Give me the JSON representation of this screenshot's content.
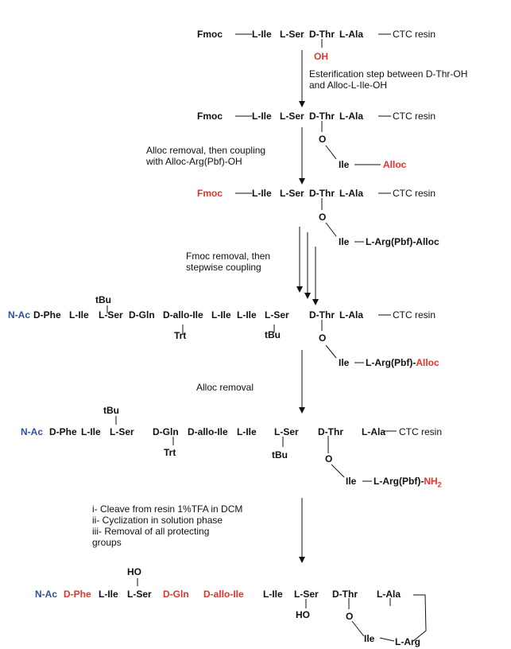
{
  "colors": {
    "text": "#111111",
    "highlight": "#e8312b",
    "nterm": "#2f4f9f"
  },
  "r": {
    "Fmoc": "Fmoc",
    "LIle": "L-Ile",
    "LSer": "L-Ser",
    "DThr": "D-Thr",
    "LAla": "L-Ala",
    "CTC": "CTC resin",
    "OH": "OH",
    "O": "O",
    "Ile": "Ile",
    "Alloc": "Alloc",
    "LArgPbfAlloc": "L-Arg(Pbf)-Alloc",
    "LArgPbf": "L-Arg(Pbf)-",
    "Alloc2": "Alloc",
    "NAc": "N-Ac",
    "DPhe": "D-Phe",
    "DGln": "D-Gln",
    "DalloIle": "D-allo-Ile",
    "tBu": "tBu",
    "Trt": "Trt",
    "NH": "NH",
    "two": "2",
    "HO": "HO",
    "LArg": "L-Arg"
  },
  "steps": {
    "s1a": "Esterification step between D-Thr-OH",
    "s1b": "and Alloc-L-Ile-OH",
    "s2a": "Alloc removal, then coupling",
    "s2b": "with Alloc-Arg(Pbf)-OH",
    "s3a": "Fmoc removal, then",
    "s3b": "stepwise coupling",
    "s4": "Alloc removal",
    "s5a": "i- Cleave from resin 1%TFA in DCM",
    "s5b": "ii- Cyclization in solution phase",
    "s5c": "iii- Removal of all protecting",
    "s5d": "groups"
  }
}
